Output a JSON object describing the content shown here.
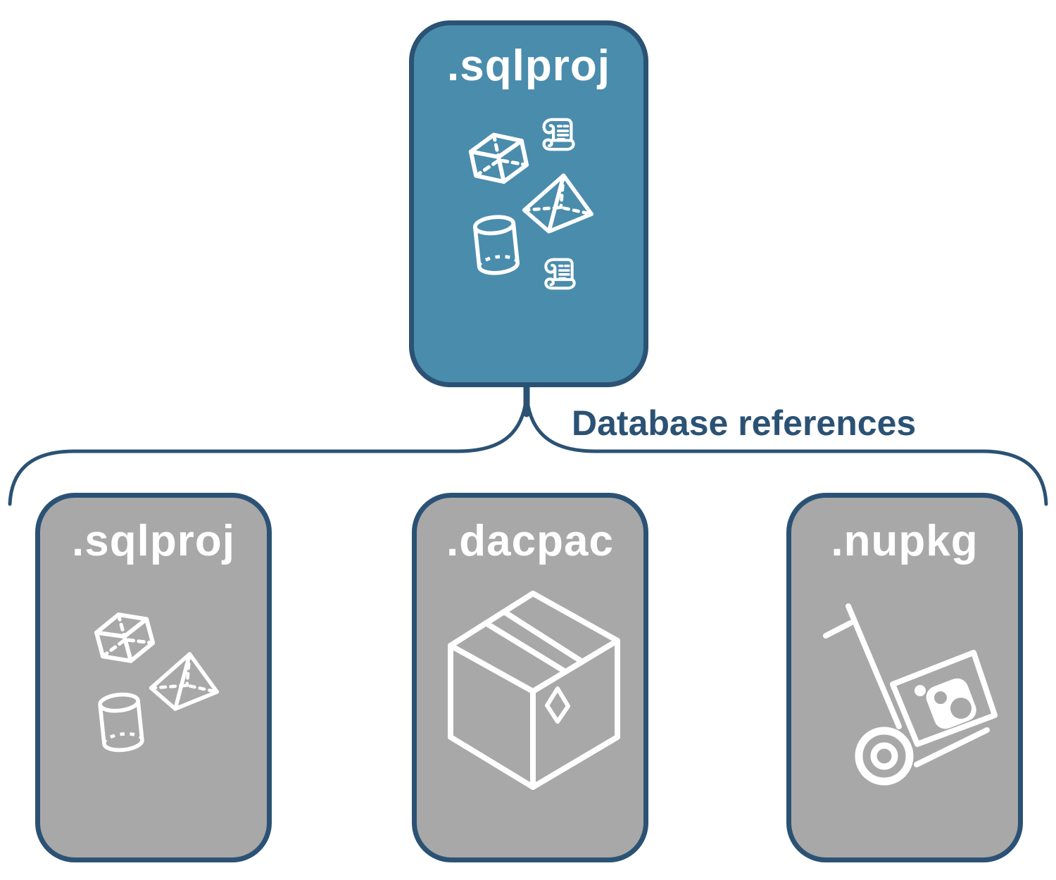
{
  "diagram": {
    "connector_label": "Database references",
    "root": {
      "label": ".sqlproj",
      "icons": [
        "scroll-icon",
        "cube-icon",
        "pyramid-icon",
        "cylinder-icon",
        "scroll-icon"
      ]
    },
    "references": [
      {
        "label": ".sqlproj",
        "icons": [
          "cube-icon",
          "pyramid-icon",
          "cylinder-icon"
        ]
      },
      {
        "label": ".dacpac",
        "icons": [
          "package-box-icon"
        ]
      },
      {
        "label": ".nupkg",
        "icons": [
          "hand-truck-icon"
        ]
      }
    ],
    "colors": {
      "root-fill": "#4A8CAC",
      "node-border": "#2B5274",
      "reference-fill": "#A8A8A8",
      "connector": "#2B5274",
      "icon-stroke": "#FFFFFF",
      "title-text": "#FFFFFF",
      "background": "#FFFFFF"
    }
  }
}
